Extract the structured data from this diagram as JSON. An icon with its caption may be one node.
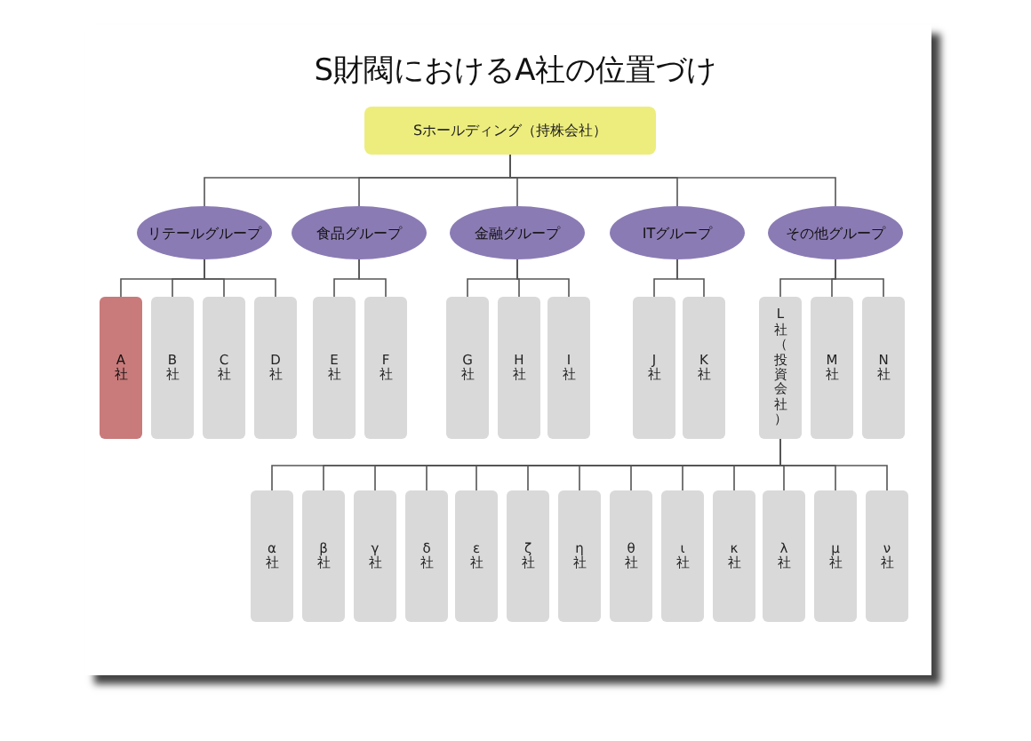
{
  "diagram": {
    "title": "S財閥におけるA社の位置づけ",
    "nodes": [
      {
        "text": [
          "Sホールディング（持株会社）"
        ]
      },
      {
        "text": [
          "リテールグループ"
        ]
      },
      {
        "text": [
          "食品グループ"
        ]
      },
      {
        "text": [
          "金融グループ"
        ]
      },
      {
        "text": [
          "ITグループ"
        ]
      },
      {
        "text": [
          "その他グループ"
        ]
      },
      {
        "text": [
          "A社"
        ]
      },
      {
        "text": [
          "B社"
        ]
      },
      {
        "text": [
          "C社"
        ]
      },
      {
        "text": [
          "D社"
        ]
      },
      {
        "text": [
          "E社"
        ]
      },
      {
        "text": [
          "F社"
        ]
      },
      {
        "text": [
          "G社"
        ]
      },
      {
        "text": [
          "H社"
        ]
      },
      {
        "text": [
          "I社"
        ]
      },
      {
        "text": [
          "J社"
        ]
      },
      {
        "text": [
          "K社"
        ]
      },
      {
        "text": [
          "L社（投資会社）"
        ]
      },
      {
        "text": [
          "M社"
        ]
      },
      {
        "text": [
          "N社"
        ]
      },
      {
        "text": [
          "α社"
        ]
      },
      {
        "text": [
          "β社"
        ]
      },
      {
        "text": [
          "γ社"
        ]
      },
      {
        "text": [
          "δ社"
        ]
      },
      {
        "text": [
          "ε社"
        ]
      },
      {
        "text": [
          "ζ社"
        ]
      },
      {
        "text": [
          "η社"
        ]
      },
      {
        "text": [
          "θ社"
        ]
      },
      {
        "text": [
          "ι社"
        ]
      },
      {
        "text": [
          "κ社"
        ]
      },
      {
        "text": [
          "λ社"
        ]
      },
      {
        "text": [
          "μ社"
        ]
      },
      {
        "text": [
          "ν社"
        ]
      }
    ],
    "edges": [
      {
        "from": 0,
        "to": 1,
        "arrow": "none"
      },
      {
        "from": 0,
        "to": 2,
        "arrow": "none"
      },
      {
        "from": 0,
        "to": 3,
        "arrow": "none"
      },
      {
        "from": 0,
        "to": 4,
        "arrow": "none"
      },
      {
        "from": 0,
        "to": 5,
        "arrow": "none"
      },
      {
        "from": 1,
        "to": 6,
        "arrow": "none"
      },
      {
        "from": 1,
        "to": 7,
        "arrow": "none"
      },
      {
        "from": 1,
        "to": 8,
        "arrow": "none"
      },
      {
        "from": 1,
        "to": 9,
        "arrow": "none"
      },
      {
        "from": 2,
        "to": 10,
        "arrow": "none"
      },
      {
        "from": 2,
        "to": 11,
        "arrow": "none"
      },
      {
        "from": 3,
        "to": 12,
        "arrow": "none"
      },
      {
        "from": 3,
        "to": 13,
        "arrow": "none"
      },
      {
        "from": 3,
        "to": 14,
        "arrow": "none"
      },
      {
        "from": 4,
        "to": 15,
        "arrow": "none"
      },
      {
        "from": 4,
        "to": 16,
        "arrow": "none"
      },
      {
        "from": 5,
        "to": 17,
        "arrow": "none"
      },
      {
        "from": 5,
        "to": 18,
        "arrow": "none"
      },
      {
        "from": 5,
        "to": 19,
        "arrow": "none"
      },
      {
        "from": 17,
        "to": 20,
        "arrow": "none"
      },
      {
        "from": 17,
        "to": 21,
        "arrow": "none"
      },
      {
        "from": 17,
        "to": 22,
        "arrow": "none"
      },
      {
        "from": 17,
        "to": 23,
        "arrow": "none"
      },
      {
        "from": 17,
        "to": 24,
        "arrow": "none"
      },
      {
        "from": 17,
        "to": 25,
        "arrow": "none"
      },
      {
        "from": 17,
        "to": 26,
        "arrow": "none"
      },
      {
        "from": 17,
        "to": 27,
        "arrow": "none"
      },
      {
        "from": 17,
        "to": 28,
        "arrow": "none"
      },
      {
        "from": 17,
        "to": 29,
        "arrow": "none"
      },
      {
        "from": 17,
        "to": 30,
        "arrow": "none"
      },
      {
        "from": 17,
        "to": 31,
        "arrow": "none"
      },
      {
        "from": 17,
        "to": 32,
        "arrow": "none"
      }
    ]
  }
}
